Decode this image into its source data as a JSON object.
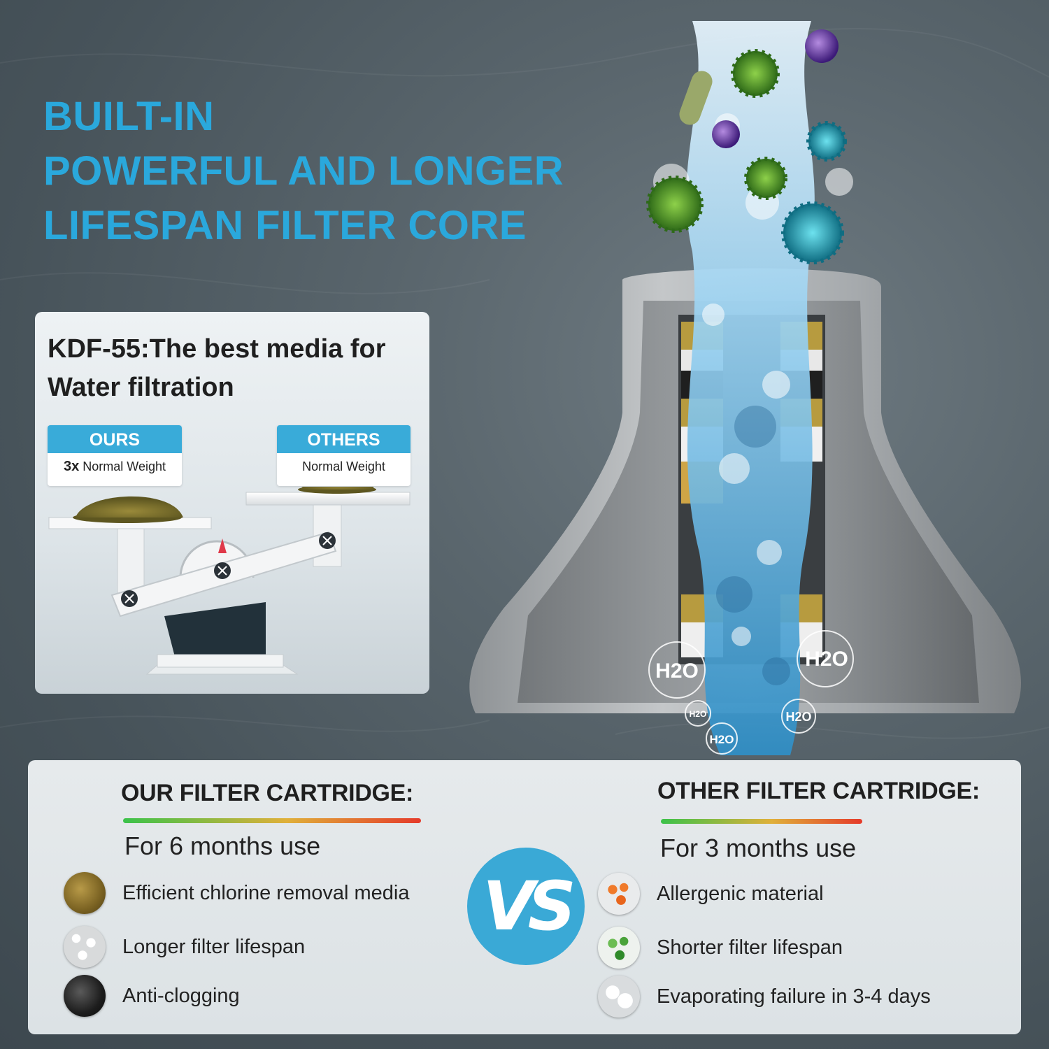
{
  "headline": {
    "line1": "BUILT-IN",
    "line2": "POWERFUL AND LONGER",
    "line3": "LIFESPAN FILTER CORE"
  },
  "kdf": {
    "title_line1": "KDF-55:The best media for",
    "title_line2": "Water filtration",
    "ours": {
      "label": "OURS",
      "multiplier": "3x",
      "weight": "Normal Weight"
    },
    "others": {
      "label": "OTHERS",
      "weight": "Normal Weight"
    }
  },
  "filter": {
    "molecule_label": "H2O"
  },
  "comparison": {
    "ours": {
      "title": "OUR FILTER CARTRIDGE:",
      "duration": "For 6 months use",
      "features": [
        {
          "icon": "granule-media-icon",
          "text": "Efficient chlorine removal media"
        },
        {
          "icon": "white-beads-icon",
          "text": "Longer filter lifespan"
        },
        {
          "icon": "black-granules-icon",
          "text": "Anti-clogging"
        }
      ]
    },
    "vs": "VS",
    "others": {
      "title": "OTHER FILTER CARTRIDGE:",
      "duration": "For 3 months use",
      "features": [
        {
          "icon": "orange-balls-icon",
          "text": "Allergenic material"
        },
        {
          "icon": "green-beads-icon",
          "text": "Shorter filter lifespan"
        },
        {
          "icon": "white-balls-icon",
          "text": "Evaporating failure in 3-4 days"
        }
      ]
    }
  },
  "colors": {
    "accent": "#2aa8dc",
    "tag_blue": "#39abd9",
    "panel": "#e6eaec"
  }
}
